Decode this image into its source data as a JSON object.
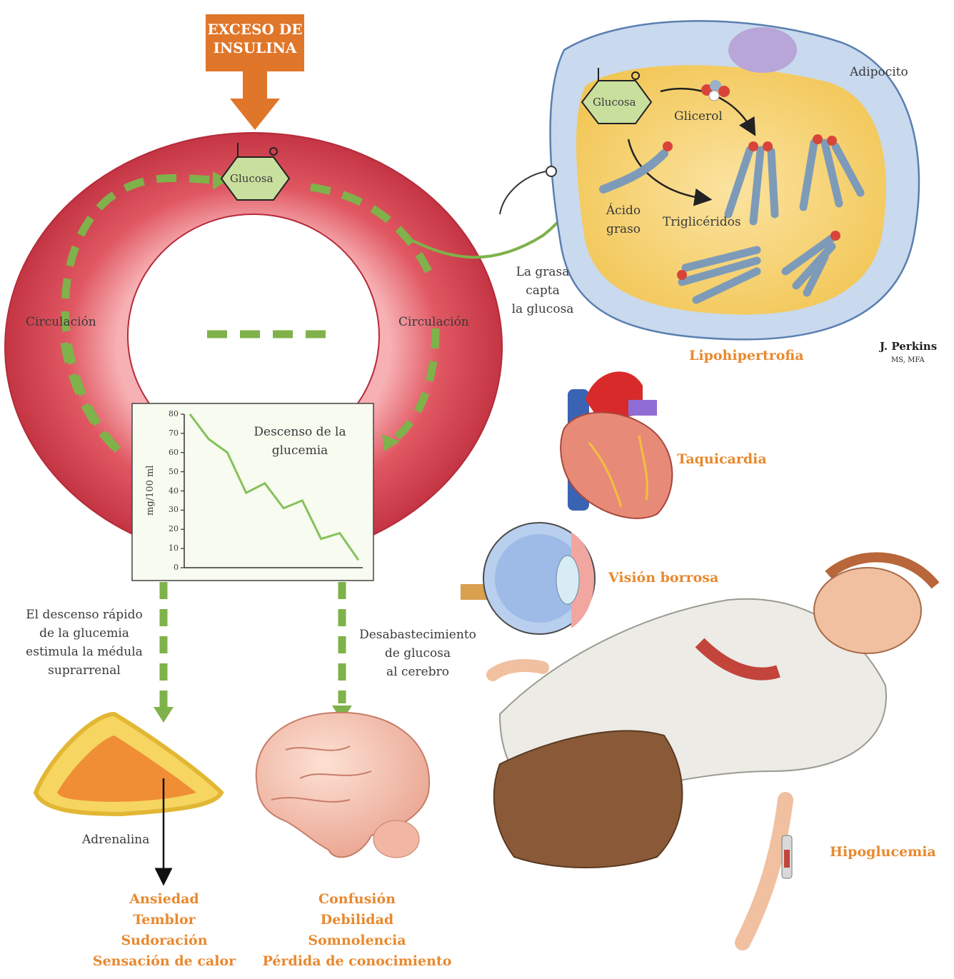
{
  "title_box": {
    "line1": "EXCESO DE",
    "line2": "INSULINA"
  },
  "ring": {
    "glucose_label": "Glucosa",
    "circ_left": "Circulación",
    "circ_right": "Circulación"
  },
  "adipocyte": {
    "label": "Adipocito",
    "glucose_label": "Glucosa",
    "glycerol": "Glicerol",
    "fatty_acid_1": "Ácido",
    "fatty_acid_2": "graso",
    "triglycerides": "Triglicéridos",
    "caption": "Lipohipertrofia"
  },
  "fat_uptake": {
    "line1": "La grasa",
    "line2": "capta",
    "line3": "la glucosa"
  },
  "signature": {
    "name": "J. Perkins",
    "title": "MS, MFA"
  },
  "symptoms_right": {
    "heart": "Taquicardia",
    "eye": "Visión borrosa",
    "patient": "Hipoglucemia"
  },
  "left_path": {
    "text": [
      "El descenso rápido",
      "de la glucemia",
      "estimula la médula",
      "suprarrenal"
    ],
    "hormone": "Adrenalina",
    "symptoms": [
      "Ansiedad",
      "Temblor",
      "Sudoración",
      "Sensación de calor"
    ]
  },
  "right_path": {
    "text": [
      "Desabastecimiento",
      "de glucosa",
      "al cerebro"
    ],
    "symptoms": [
      "Confusión",
      "Debilidad",
      "Somnolencia",
      "Pérdida de conocimiento"
    ]
  },
  "chart_data": {
    "type": "line",
    "title": "Descenso de la glucemia",
    "ylabel": "mg/100 ml",
    "ylim": [
      0,
      80
    ],
    "yticks": [
      "0",
      "10",
      "20",
      "30",
      "40",
      "50",
      "60",
      "70",
      "80"
    ],
    "series": [
      {
        "values": [
          80,
          67,
          60,
          39,
          44,
          31,
          35,
          15,
          18,
          4
        ]
      }
    ],
    "grid": false
  },
  "colors": {
    "ring": "#d94a56",
    "ring_light": "#f08a8f",
    "dash_green": "#7fb24a",
    "orange_text": "#e8892f",
    "title_box": "#e0762a",
    "fat": "#f6cf6a",
    "cell_membrane": "#c8d8ee",
    "nucleus": "#b8a6d8",
    "chart_line": "#86c15a"
  }
}
